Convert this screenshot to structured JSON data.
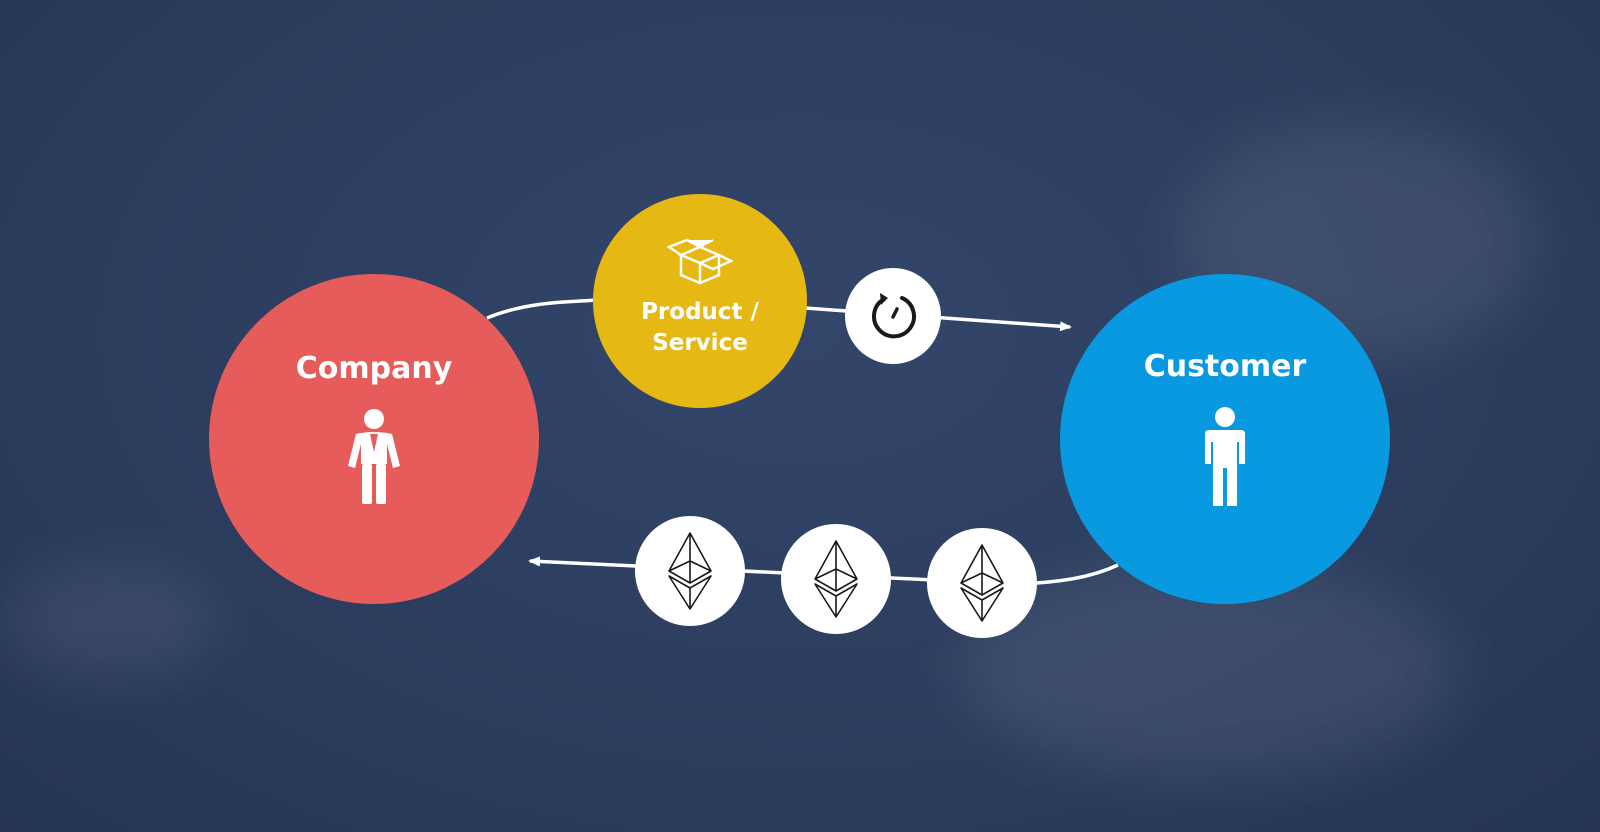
{
  "nodes": {
    "company": {
      "label": "Company",
      "color": "#e55c5a",
      "icon": "businessman-icon"
    },
    "customer": {
      "label": "Customer",
      "color": "#0899e0",
      "icon": "person-icon"
    },
    "product": {
      "label_line1": "Product /",
      "label_line2": "Service",
      "color": "#e6b814",
      "icon": "open-box-icon"
    }
  },
  "tokens": {
    "top": {
      "icon": "timer-icon"
    },
    "bottom": [
      {
        "icon": "ethereum-icon"
      },
      {
        "icon": "ethereum-icon"
      },
      {
        "icon": "ethereum-icon"
      }
    ]
  },
  "colors": {
    "background": "#2c3d5e",
    "arrow": "#ffffff"
  }
}
